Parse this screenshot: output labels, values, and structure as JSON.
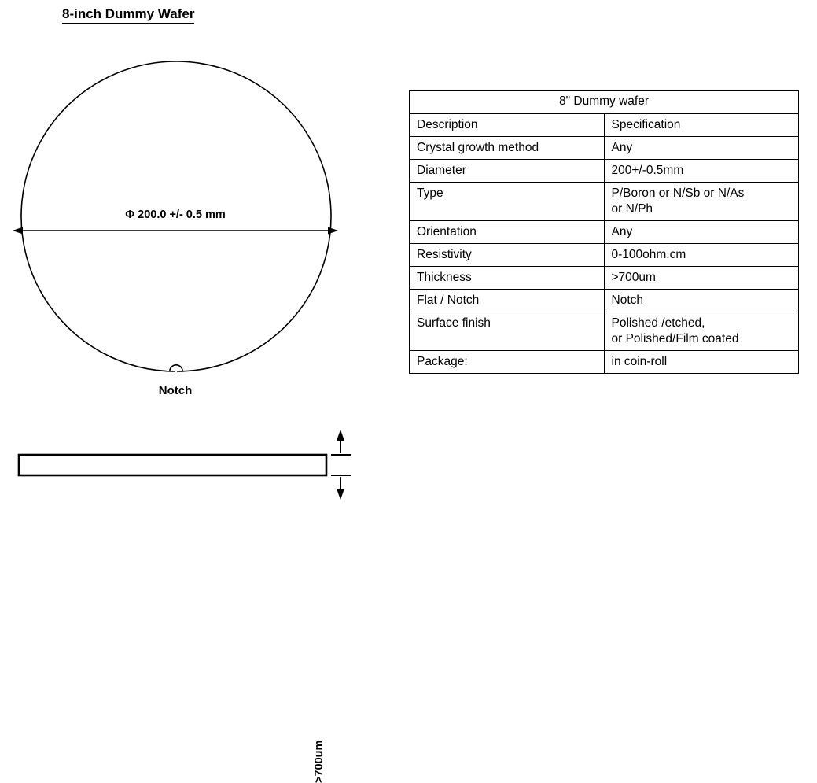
{
  "page": {
    "title": "8-inch Dummy Wafer"
  },
  "diagram": {
    "diameter_label": "Φ 200.0 +/- 0.5 mm",
    "notch_label": "Notch",
    "thickness_label": ">700um",
    "stroke_color": "#000000",
    "fill_color": "#ffffff"
  },
  "spec_table": {
    "header": "8\" Dummy wafer",
    "columns": [
      "Description",
      "Specification"
    ],
    "rows": [
      {
        "description": "Description",
        "specification": "Specification"
      },
      {
        "description": "Crystal growth method",
        "specification": "Any"
      },
      {
        "description": "Diameter",
        "specification": "200+/-0.5mm"
      },
      {
        "description": "Type",
        "specification_line1": "P/Boron or N/Sb or N/As",
        "specification_line2": "or N/Ph"
      },
      {
        "description": "Orientation",
        "specification": "Any"
      },
      {
        "description": "Resistivity",
        "specification": "0-100ohm.cm"
      },
      {
        "description": "Thickness",
        "specification": ">700um"
      },
      {
        "description": "Flat / Notch",
        "specification": "Notch"
      },
      {
        "description": "Surface finish",
        "specification_line1": "Polished /etched,",
        "specification_line2": "or Polished/Film coated"
      },
      {
        "description": "Package:",
        "specification": "in coin-roll"
      }
    ]
  }
}
